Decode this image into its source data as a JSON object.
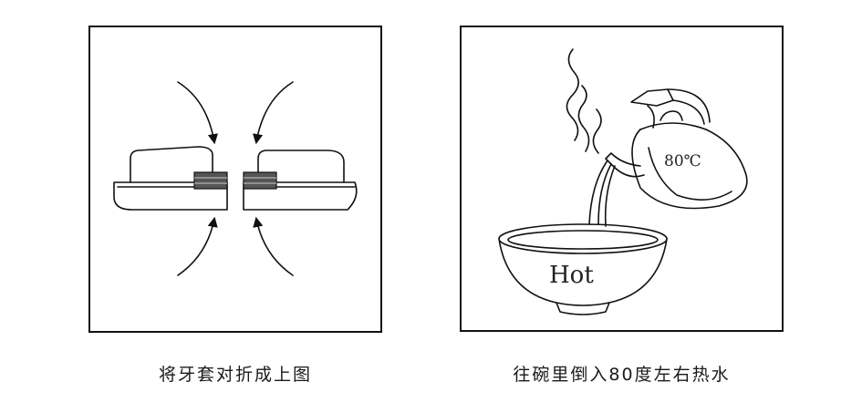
{
  "panels": [
    {
      "caption": "将牙套对折成上图"
    },
    {
      "caption": "往碗里倒入80度左右热水",
      "kettle_label": "80℃",
      "bowl_label": "Hot"
    }
  ]
}
